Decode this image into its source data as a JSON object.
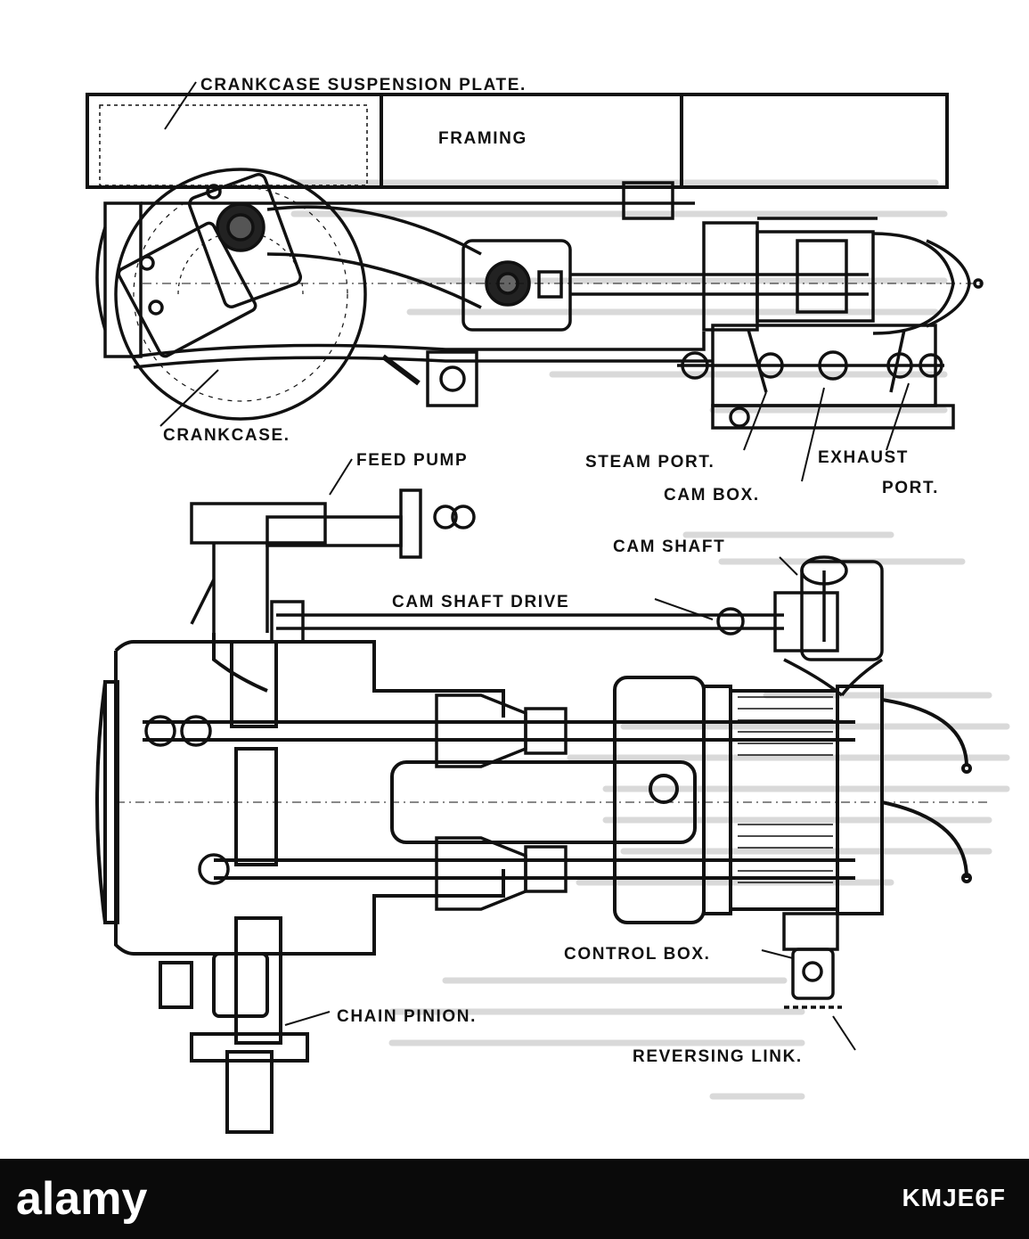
{
  "colors": {
    "ink": "#111111",
    "bg_text": "#cfcfcf",
    "footer_bg": "#0a0a0a",
    "footer_text": "#ffffff"
  },
  "labels": {
    "crankcase_suspension_plate": "CRANKCASE SUSPENSION PLATE.",
    "framing": "FRAMING",
    "crankcase": "CRANKCASE.",
    "feed_pump": "FEED PUMP",
    "steam_port": "STEAM PORT.",
    "exhaust": "EXHAUST",
    "port": "PORT.",
    "cam_box": "CAM BOX.",
    "cam_shaft": "CAM SHAFT",
    "cam_shaft_drive": "CAM SHAFT DRIVE",
    "control_box": "CONTROL BOX.",
    "chain_pinion": "CHAIN PINION.",
    "reversing_link": "REVERSING LINK."
  },
  "footer": {
    "watermark": "alamy",
    "stock_id": "KMJE6F"
  }
}
